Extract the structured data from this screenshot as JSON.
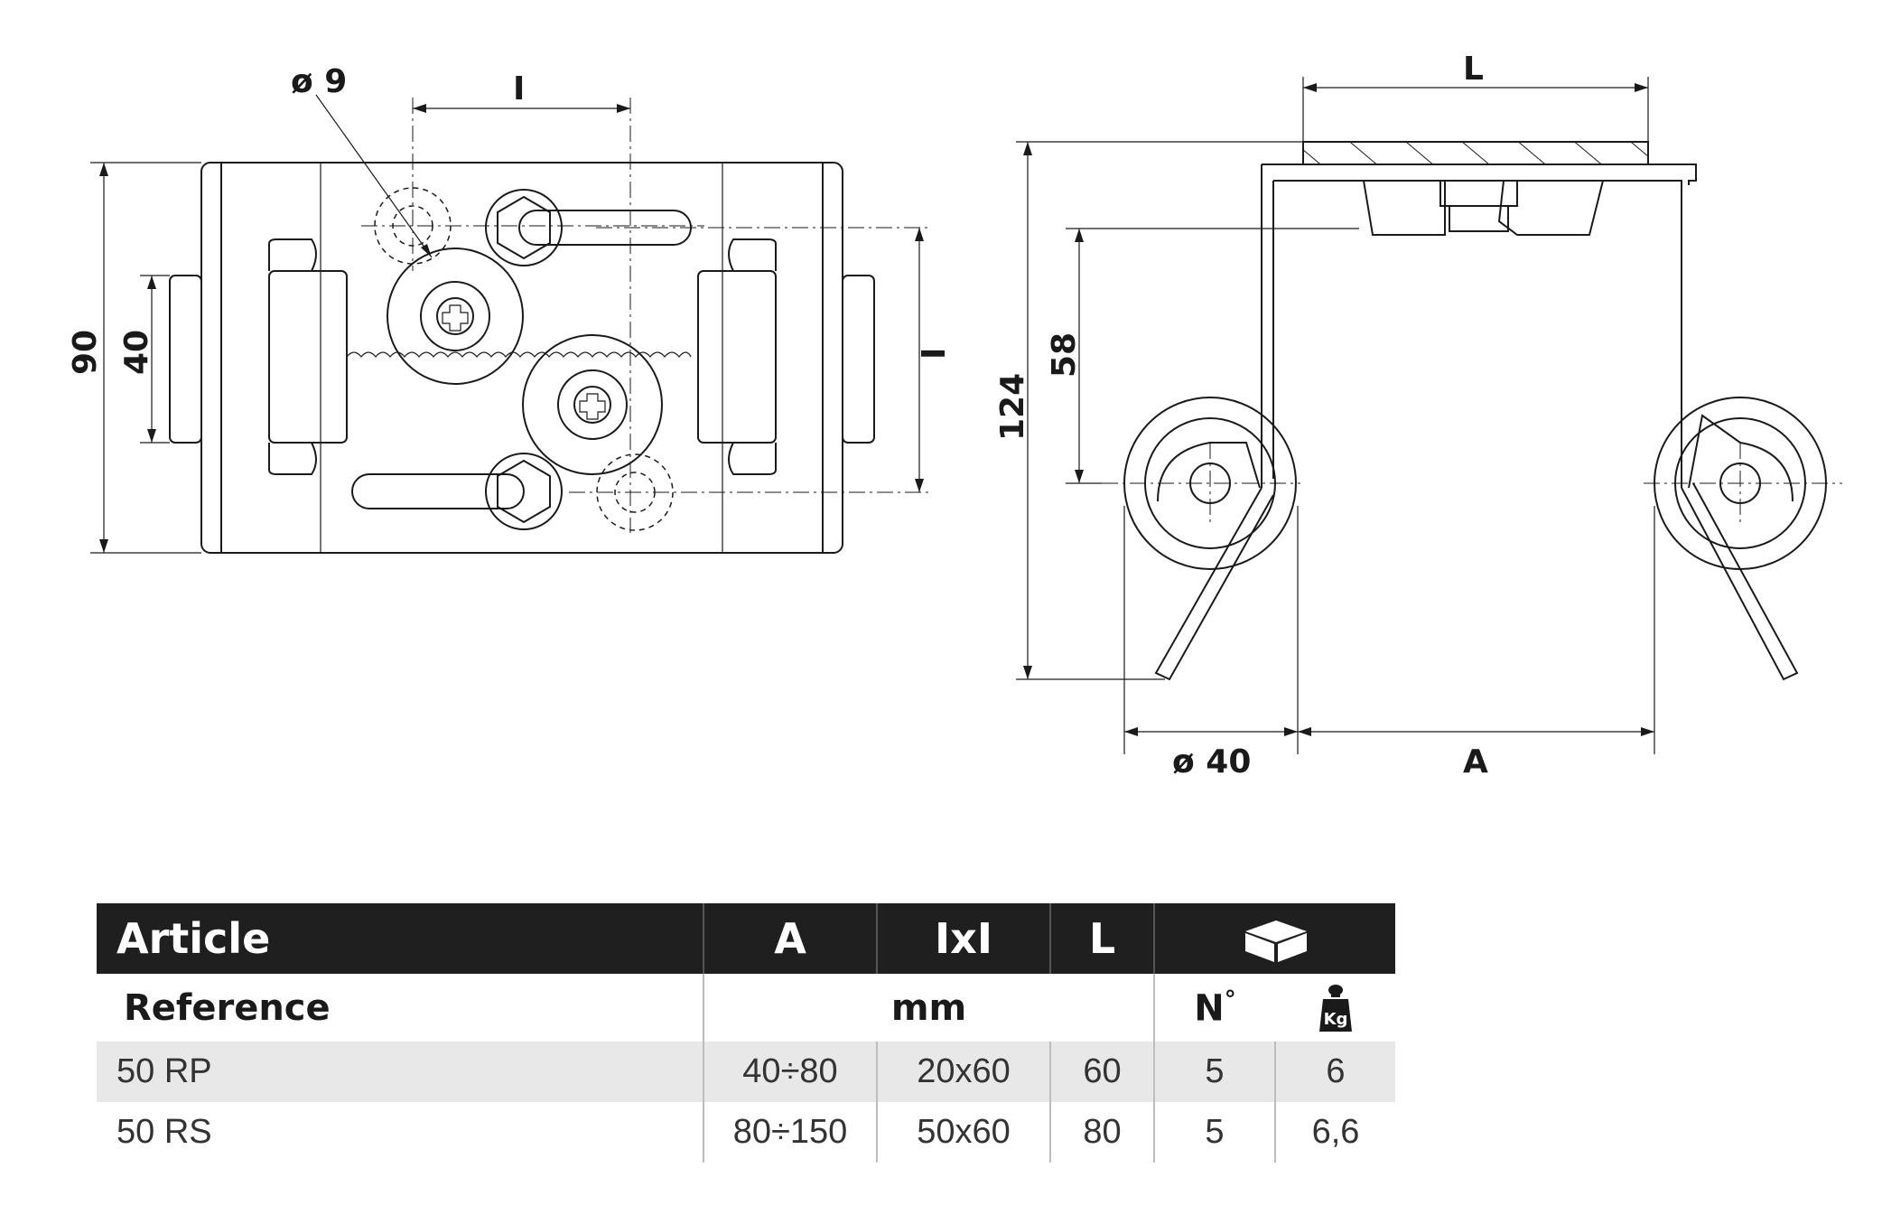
{
  "labels": {
    "diameter_hole": "ø 9",
    "interaxis_top": "I",
    "interaxis_side": "I",
    "height_total": "90",
    "height_inner": "40",
    "length_top": "L",
    "height_right": "124",
    "height_roller": "58",
    "diameter_wheel": "ø 40",
    "width_a": "A"
  },
  "table": {
    "header": {
      "article": "Article",
      "a": "A",
      "ixi": "IxI",
      "l": "L",
      "box_icon": "box-icon"
    },
    "subheader": {
      "reference": "Reference",
      "mm": "mm",
      "qty": "N",
      "qty_mark": "°",
      "weight_icon_text": "Kg"
    },
    "rows": [
      {
        "article": "50 RP",
        "a": "40÷80",
        "ixi": "20x60",
        "l": "60",
        "n": "5",
        "kg": "6"
      },
      {
        "article": "50 RS",
        "a": "80÷150",
        "ixi": "50x60",
        "l": "80",
        "n": "5",
        "kg": "6,6"
      }
    ]
  }
}
